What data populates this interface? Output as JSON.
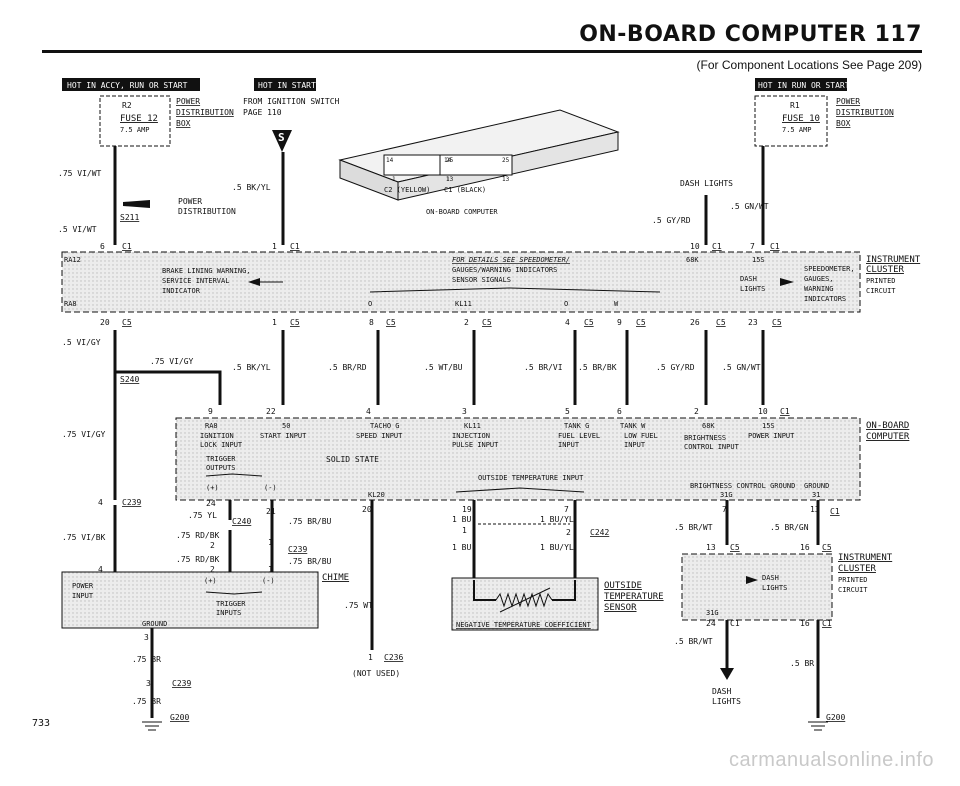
{
  "header": {
    "title": "ON-BOARD COMPUTER   117",
    "subtitle": "(For Component Locations See Page 209)"
  },
  "page_number": "733",
  "watermark": "carmanualsonline.info",
  "hot_labels": {
    "left": "HOT IN ACCY, RUN OR START",
    "mid": "HOT IN START",
    "right": "HOT IN RUN OR START"
  },
  "fuses": {
    "left": {
      "ref": "R2",
      "name": "FUSE 12",
      "amp": "7.5 AMP"
    },
    "right": {
      "ref": "R1",
      "name": "FUSE 10",
      "amp": "7.5 AMP"
    }
  },
  "boxes": {
    "power_dist_left": "POWER DISTRIBUTION BOX",
    "power_dist_right": "POWER DISTRIBUTION BOX",
    "from_ign": "FROM IGNITION SWITCH PAGE 110",
    "obc_image_label": "ON-BOARD COMPUTER",
    "c2_label": "C2 (YELLOW)",
    "c1_label": "C1 (BLACK)",
    "instrument_cluster": "INSTRUMENT CLUSTER",
    "printed_circuit": "PRINTED CIRCUIT",
    "on_board_computer": "ON-BOARD COMPUTER",
    "outside_temp_sensor": "OUTSIDE TEMPERATURE SENSOR",
    "neg_temp_coef": "NEGATIVE TEMPERATURE COEFFICIENT",
    "chime": "CHIME",
    "not_used": "(NOT USED)",
    "dash_lights_bottom": "DASH LIGHTS",
    "dash_lights_top": "DASH LIGHTS"
  },
  "texts": {
    "power_dist_small": "POWER DISTRIBUTION",
    "s211": "S211",
    "s240": "S240",
    "brake_lining": "BRAKE LINING WARNING, SERVICE INTERVAL INDICATOR",
    "details": "FOR DETAILS SEE SPEEDOMETER/ GAUGES/WARNING INDICATORS SENSOR SIGNALS",
    "speedometer": "SPEEDOMETER, GAUGES, WARNING INDICATORS",
    "dash_lights_ic": "DASH LIGHTS",
    "ra12": "RA12",
    "ra8": "RA8",
    "kl11": "KL11",
    "w": "W",
    "o": "O",
    "k68": "68K",
    "n15": "15S",
    "solid_state": "SOLID STATE",
    "outside_temp_input": "OUTSIDE TEMPERATURE INPUT",
    "brightness_ground": "BRIGHTNESS CONTROL GROUND",
    "ground": "GROUND",
    "k31g": "31G",
    "k31": "31",
    "kl20": "KL20",
    "power_input": "POWER INPUT",
    "trigger_inputs": "TRIGGER INPUTS",
    "g200": "G200",
    "c239": "C239",
    "c240": "C240",
    "c242": "C242",
    "c236": "C236",
    "c5": "C5",
    "c1": "C1",
    "plus": "(+)",
    "minus": "(-)"
  },
  "obc_inputs": [
    {
      "pin": "RA8",
      "label": "IGNITION LOCK INPUT"
    },
    {
      "pin": "50",
      "label": "START INPUT"
    },
    {
      "pin": "TACHO G",
      "label": "SPEED INPUT"
    },
    {
      "pin": "KL11",
      "label": "INJECTION PULSE INPUT"
    },
    {
      "pin": "TANK G",
      "label": "FUEL LEVEL INPUT"
    },
    {
      "pin": "TANK W",
      "label": "LOW FUEL INPUT"
    },
    {
      "pin": "68K",
      "label": "BRIGHTNESS CONTROL INPUT"
    },
    {
      "pin": "15S",
      "label": "POWER INPUT"
    }
  ],
  "trigger_outputs": "TRIGGER OUTPUTS",
  "wires": [
    {
      "id": "w1",
      "label": ".75 VI/WT"
    },
    {
      "id": "w2",
      "label": ".5 VI/WT"
    },
    {
      "id": "w3",
      "label": ".5 BK/YL"
    },
    {
      "id": "w4",
      "label": ".5 GN/WT"
    },
    {
      "id": "w5",
      "label": ".5 GY/RD"
    },
    {
      "id": "w6",
      "label": ".5 VI/GY"
    },
    {
      "id": "w7",
      "label": ".75 VI/GY"
    },
    {
      "id": "w8",
      "label": ".5 BK/YL"
    },
    {
      "id": "w9",
      "label": ".5 BR/RD"
    },
    {
      "id": "w10",
      "label": ".5 WT/BU"
    },
    {
      "id": "w11",
      "label": ".5 BR/VI"
    },
    {
      "id": "w12",
      "label": ".5 BR/BK"
    },
    {
      "id": "w13",
      "label": ".5 GY/RD"
    },
    {
      "id": "w14",
      "label": ".5 GN/WT"
    },
    {
      "id": "w15",
      "label": ".75 VI/GY"
    },
    {
      "id": "w16",
      "label": ".75 VI/BK"
    },
    {
      "id": "w17",
      "label": ".75 YL"
    },
    {
      "id": "w18",
      "label": ".75 BR/BU"
    },
    {
      "id": "w19",
      "label": ".75 RD/BK"
    },
    {
      "id": "w20",
      "label": ".75 RD/BK"
    },
    {
      "id": "w21",
      "label": ".75 BR/BU"
    },
    {
      "id": "w22",
      "label": ".75 WT"
    },
    {
      "id": "w23",
      "label": "1 BU"
    },
    {
      "id": "w24",
      "label": "1 BU/YL"
    },
    {
      "id": "w25",
      "label": "1 BU"
    },
    {
      "id": "w26",
      "label": "1 BU/YL"
    },
    {
      "id": "w27",
      "label": ".5 BR/WT"
    },
    {
      "id": "w28",
      "label": ".5 BR/GN"
    },
    {
      "id": "w29",
      "label": ".75 BR"
    },
    {
      "id": "w30",
      "label": ".75 BR"
    },
    {
      "id": "w31",
      "label": ".5 BR/WT"
    },
    {
      "id": "w32",
      "label": ".5 BR"
    }
  ],
  "pins": {
    "c1_6": "6",
    "c1_1": "1",
    "c1_10": "10",
    "c1_7": "7",
    "c5_20": "20",
    "c5_1": "1",
    "c5_8": "8",
    "c5_2": "2",
    "c5_4": "4",
    "c5_9": "9",
    "c5_26": "26",
    "c5_23": "23",
    "obc_9": "9",
    "obc_22": "22",
    "obc_4": "4",
    "obc_3": "3",
    "obc_5": "5",
    "obc_6": "6",
    "obc_2": "2",
    "obc_10": "10",
    "p24": "24",
    "p21": "21",
    "p20": "20",
    "p19": "19",
    "p7": "7",
    "p1": "1",
    "p13": "13",
    "c239_4": "4",
    "c239_2": "2",
    "c239_1": "1",
    "c239_3": "3",
    "c242_1": "1",
    "c242_2": "2",
    "ic_13": "13",
    "ic_16": "16",
    "ic_24": "24",
    "ic_16b": "16",
    "conn_14a": "14",
    "conn_25a": "25",
    "conn_1a": "1",
    "conn_13a": "13",
    "conn_14b": "14",
    "conn_25b": "25",
    "conn_1b": "1",
    "conn_13b": "13"
  }
}
